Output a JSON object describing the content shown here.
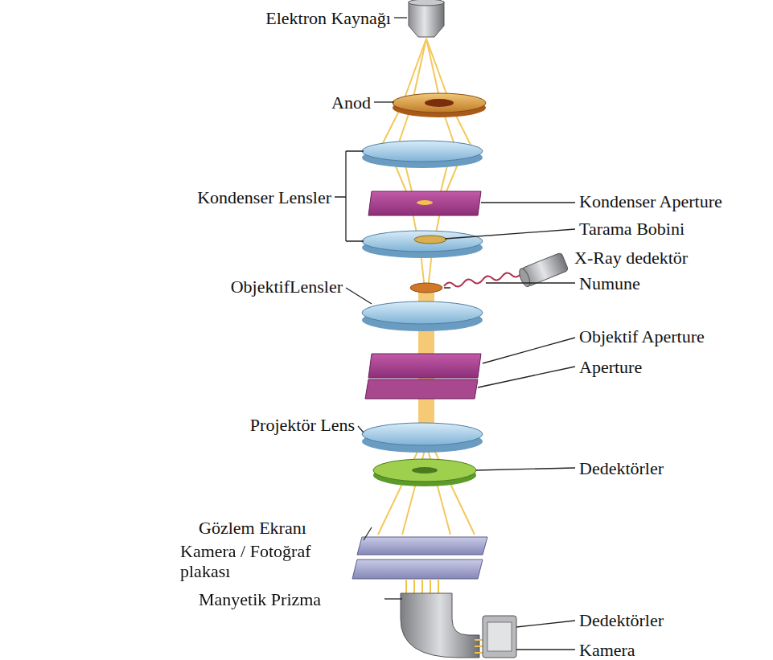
{
  "diagram": {
    "labels": [
      "Elektron Kaynağı",
      "Anod",
      "Kondenser Lensler",
      "Kondenser Aperture",
      "Tarama Bobini",
      "X-Ray dedektör",
      "ObjektifLensler",
      "Numune",
      "Objektif Aperture",
      "Aperture",
      "Projektör Lens",
      "Dedektörler",
      "Gözlem Ekranı",
      "Kamera / Fotoğraf plakası",
      "Manyetik Prizma",
      "Dedektörler",
      "Kamera"
    ]
  }
}
